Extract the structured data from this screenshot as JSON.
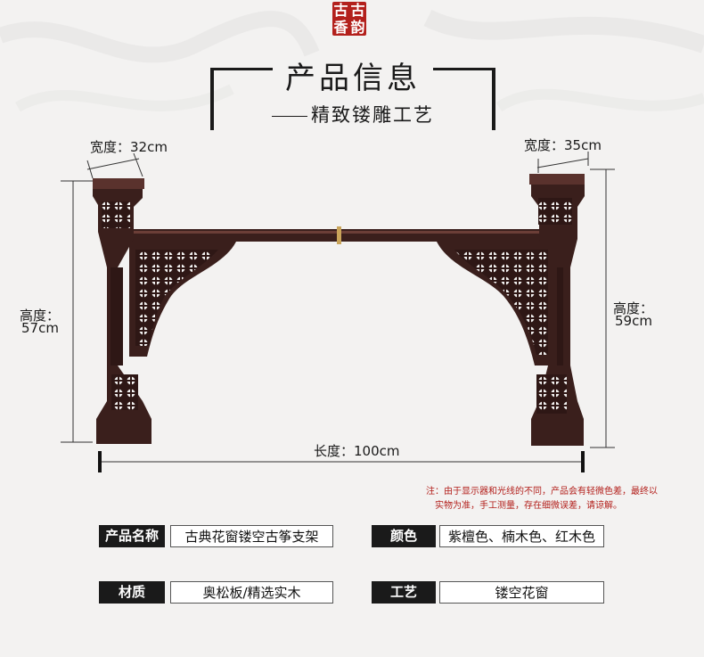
{
  "seal": {
    "chars": [
      "古",
      "古",
      "香",
      "韵"
    ]
  },
  "header": {
    "title": "产品信息",
    "subtitle": "精致镂雕工艺"
  },
  "dimensions": {
    "width_left": "宽度：32cm",
    "width_right": "宽度：35cm",
    "height_left_label": "高度：",
    "height_left_value": "57cm",
    "height_right_label": "高度：",
    "height_right_value": "59cm",
    "length": "长度：100cm"
  },
  "note": {
    "line1": "注：由于显示器和光线的不同，产品会有轻微色差，最终以",
    "line2": "实物为准，手工测量，存在细微误差，请谅解。"
  },
  "specs": [
    {
      "label": "产品名称",
      "value": "古典花窗镂空古筝支架"
    },
    {
      "label": "颜色",
      "value": "紫檀色、楠木色、红木色"
    },
    {
      "label": "材质",
      "value": "奥松板/精选实木"
    },
    {
      "label": "工艺",
      "value": "镂空花窗"
    }
  ],
  "colors": {
    "seal_red": "#b3201c",
    "wood_dark": "#3a1f1c",
    "label_bg": "#1a1a1a"
  }
}
